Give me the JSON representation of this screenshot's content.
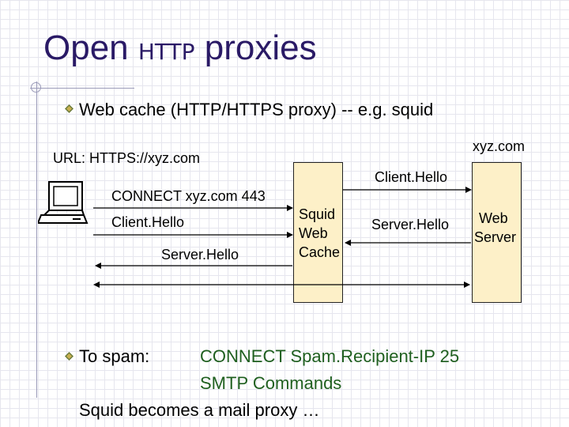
{
  "title": {
    "part1": "Open",
    "part2": "HTTP",
    "part3": "proxies"
  },
  "bullets": {
    "web_cache": "Web cache  (HTTP/HTTPS proxy)  -- e.g. squid",
    "to_spam": "To spam:",
    "spam_line1": "CONNECT Spam.Recipient-IP 25",
    "spam_line2": "SMTP Commands",
    "spam_line3": "Squid becomes a mail proxy …"
  },
  "diagram": {
    "url_label": "URL: HTTPS://xyz.com",
    "server_name": "xyz.com",
    "connect_msg": "CONNECT xyz.com 443",
    "client_hello_left": "Client.Hello",
    "server_hello_left": "Server.Hello",
    "proxy_label": [
      "Squid",
      "Web",
      "Cache"
    ],
    "client_hello_right": "Client.Hello",
    "server_hello_right": "Server.Hello",
    "server_label": [
      "Web",
      "Server"
    ]
  },
  "icons": {
    "bullet": "bullet-diamond-icon",
    "client": "computer-icon"
  },
  "colors": {
    "title": "#2a1a66",
    "box_fill": "#fdf0c8",
    "spam_text": "#1f5f1f"
  }
}
